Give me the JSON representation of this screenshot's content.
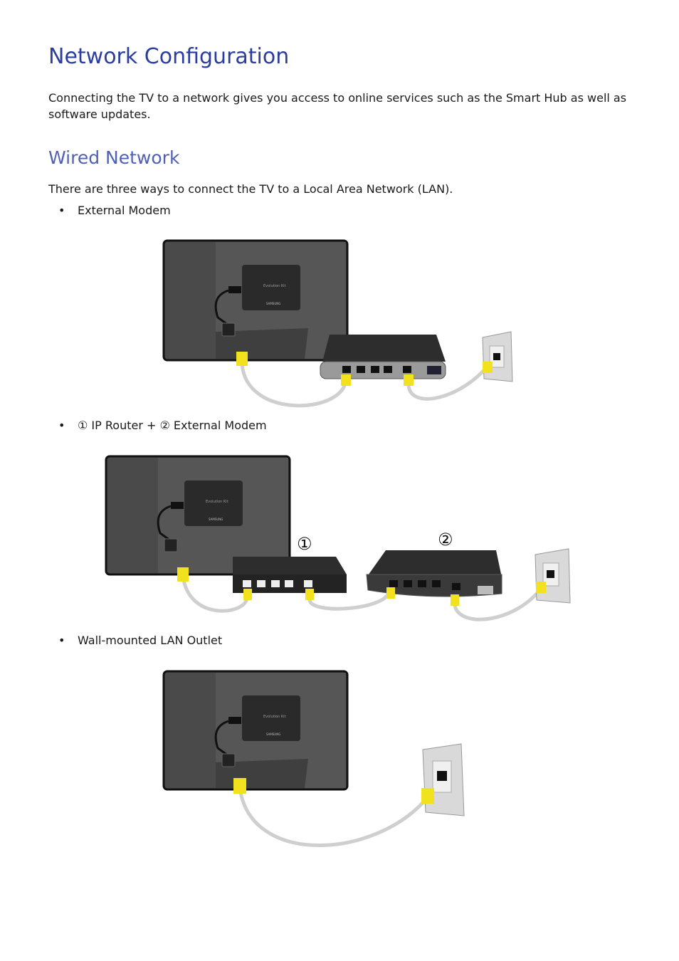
{
  "page": {
    "title": "Network Configuration",
    "intro": "Connecting the TV to a network gives you access to online services such as the Smart Hub as well as software updates."
  },
  "wired": {
    "heading": "Wired Network",
    "lead": "There are three ways to connect the TV to a Local Area Network (LAN).",
    "bullet_glyph": "•",
    "items": [
      {
        "label": "External Modem"
      },
      {
        "label": "① IP Router + ② External Modem"
      },
      {
        "label": "Wall-mounted LAN Outlet"
      }
    ]
  },
  "figure_callouts": {
    "one": "①",
    "two": "②"
  },
  "device_text": {
    "kit_label": "Evolution Kit",
    "brand": "SAMSUNG"
  },
  "colors": {
    "title": "#2b3ea0",
    "heading": "#5060b4",
    "plug": "#f2e21e",
    "cable": "#dcdcdc",
    "tv": "#4a4a4a",
    "device": "#2d2d2d"
  }
}
